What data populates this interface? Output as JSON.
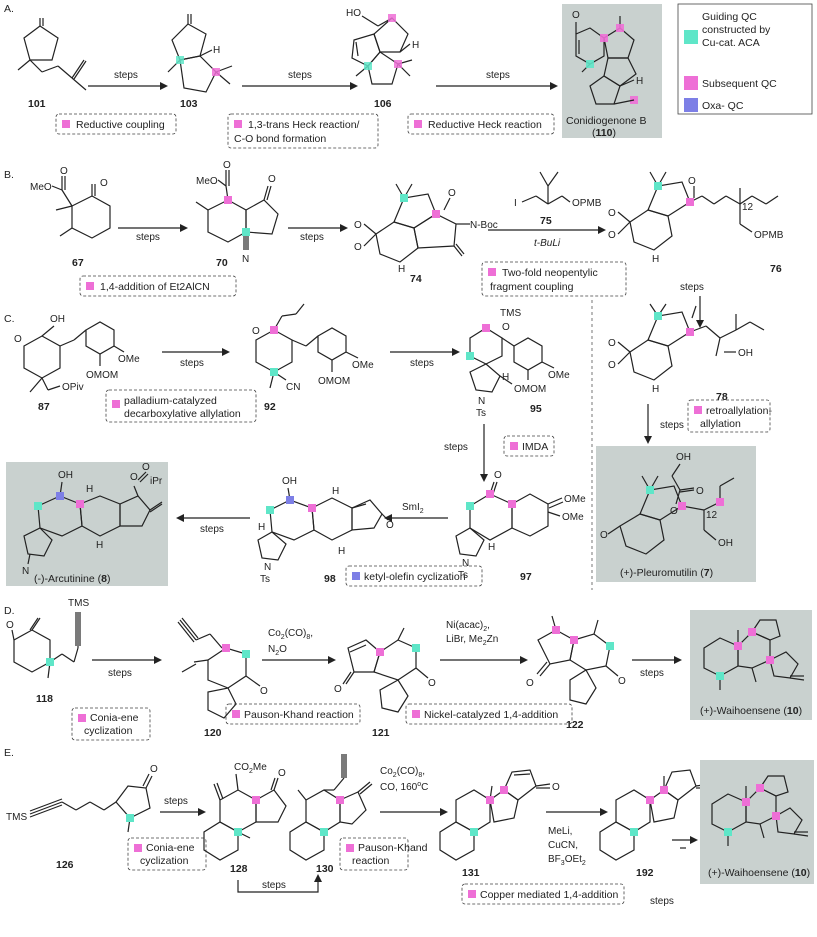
{
  "colors": {
    "guiding_qc": "#5fe6c8",
    "subsequent_qc": "#ee6fd6",
    "oxa_qc": "#7d7fe6",
    "product_box": "#c9d1cf"
  },
  "legend": {
    "guiding": "Guiding QC constructed by Cu-cat. ACA",
    "subsequent": "Subsequent QC",
    "oxa": "Oxa- QC"
  },
  "sections": {
    "A": {
      "label": "A.",
      "compounds": [
        {
          "id": "101"
        },
        {
          "id": "103"
        },
        {
          "id": "106",
          "atoms": [
            "HO",
            "H"
          ]
        },
        {
          "id": "110",
          "name": "Conidiogenone B",
          "atoms": [
            "O",
            "H"
          ]
        }
      ],
      "arrows": [
        "steps",
        "steps",
        "steps"
      ],
      "notes": [
        "Reductive coupling",
        "1,3-trans Heck reaction/ C-O bond formation",
        "Reductive Heck reaction"
      ]
    },
    "B": {
      "label": "B.",
      "compounds": [
        {
          "id": "67",
          "atoms": [
            "MeO",
            "O",
            "O"
          ]
        },
        {
          "id": "70",
          "atoms": [
            "MeO",
            "O",
            "O",
            "N"
          ]
        },
        {
          "id": "74",
          "atoms": [
            "O",
            "O",
            "O",
            "N-Boc",
            "H"
          ]
        },
        {
          "id": "75",
          "atoms": [
            "I",
            "OPMB"
          ]
        },
        {
          "id": "76",
          "atoms": [
            "O",
            "O",
            "O",
            "12",
            "OPMB",
            "H"
          ]
        },
        {
          "id": "78",
          "atoms": [
            "O",
            "O",
            "OH",
            "H"
          ]
        },
        {
          "id": "7",
          "name": "(+)-Pleuromutilin",
          "atoms": [
            "OH",
            "O",
            "O",
            "12",
            "OH",
            "O"
          ]
        }
      ],
      "arrows": [
        "steps",
        "steps",
        "t-BuLi",
        "steps",
        "steps"
      ],
      "notes": [
        "1,4-addition of Et2AlCN",
        "Two-fold neopentylic fragment coupling",
        "retroallylation-allylation"
      ]
    },
    "C": {
      "label": "C.",
      "compounds": [
        {
          "id": "87",
          "atoms": [
            "O",
            "OH",
            "OMe",
            "OMOM",
            "OPiv"
          ]
        },
        {
          "id": "92",
          "atoms": [
            "O",
            "OMe",
            "OMOM",
            "CN"
          ]
        },
        {
          "id": "95",
          "atoms": [
            "TMS",
            "O",
            "OMe",
            "OMOM",
            "N",
            "Ts",
            "H"
          ]
        },
        {
          "id": "97",
          "atoms": [
            "O",
            "OMe",
            "OMe",
            "H",
            "N",
            "Ts"
          ]
        },
        {
          "id": "98",
          "atoms": [
            "OH",
            "H",
            "H",
            "N",
            "Ts",
            "H",
            "O"
          ]
        },
        {
          "id": "8",
          "name": "(-)-Arcutinine",
          "atoms": [
            "OH",
            "O",
            "O",
            "iPr",
            "H",
            "N",
            "H"
          ]
        }
      ],
      "arrows": [
        "steps",
        "steps",
        "steps",
        "SmI2",
        "steps"
      ],
      "notes": [
        "palladium-catalyzed decarboxylative allylation",
        "IMDA",
        "ketyl-olefin cyclization"
      ]
    },
    "D": {
      "label": "D.",
      "compounds": [
        {
          "id": "118",
          "atoms": [
            "O",
            "TMS"
          ]
        },
        {
          "id": "120",
          "atoms": [
            "O"
          ]
        },
        {
          "id": "121",
          "atoms": [
            "O",
            "O"
          ]
        },
        {
          "id": "122",
          "atoms": [
            "O",
            "O"
          ]
        },
        {
          "id": "10",
          "name": "(+)-Waihoensene"
        }
      ],
      "arrows": [
        "steps",
        "Co2(CO)8, N2O",
        "Ni(acac)2, LiBr, Me2Zn",
        "steps"
      ],
      "notes": [
        "Conia-ene cyclization",
        "Pauson-Khand reaction",
        "Nickel-catalyzed 1,4-addition"
      ]
    },
    "E": {
      "label": "E.",
      "compounds": [
        {
          "id": "126",
          "atoms": [
            "TMS",
            "O"
          ]
        },
        {
          "id": "128",
          "atoms": [
            "CO2Me",
            "O"
          ]
        },
        {
          "id": "130"
        },
        {
          "id": "131",
          "atoms": [
            "O"
          ]
        },
        {
          "id": "192",
          "atoms": [
            "O"
          ]
        },
        {
          "id": "10",
          "name": "(+)-Waihoensene"
        }
      ],
      "arrows": [
        "steps",
        "steps",
        "Co2(CO)8, CO, 160oC",
        "MeLi, CuCN, BF3OEt2",
        "steps"
      ],
      "notes": [
        "Conia-ene cyclization",
        "Pauson-Khand reaction",
        "Copper mediated 1,4-addition"
      ]
    }
  }
}
